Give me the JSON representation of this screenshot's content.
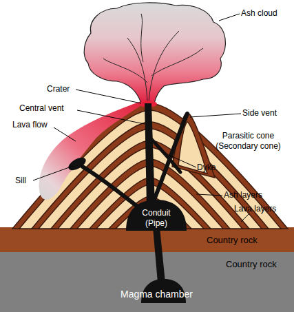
{
  "diagram": {
    "nodes": [
      {
        "text": [
          "Conduit (Pipe)"
        ]
      },
      {
        "text": [
          "Country rock"
        ]
      },
      {
        "text": [
          "Country rock"
        ]
      },
      {
        "text": [
          "Magma chamber"
        ],
        "in": 2
      }
    ],
    "labels": [
      "Ash cloud",
      "Crater",
      "Side vent",
      "Central vent",
      "Parasitic cone (Secondary cone)",
      "Lava flow",
      "Dyke",
      "Ash layers",
      "Sill",
      "Lava layers"
    ]
  }
}
